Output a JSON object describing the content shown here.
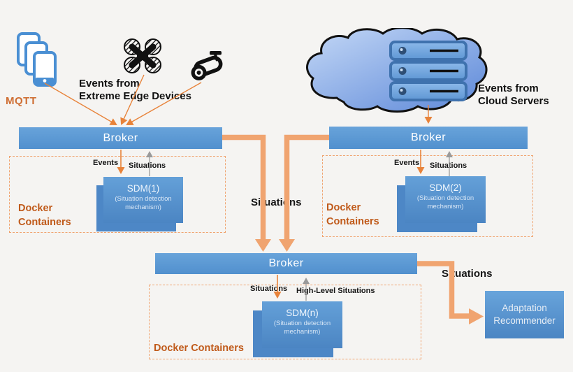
{
  "edge_devices": {
    "mqtt_label": "MQTT",
    "caption": "Events from\nExtreme Edge Devices"
  },
  "cloud": {
    "caption": "Events from\nCloud Servers",
    "servers_count": 3
  },
  "brokers": {
    "edge_label": "Broker",
    "cloud_label": "Broker",
    "central_label": "Broker"
  },
  "docker_groups": [
    {
      "label": "Docker\nContainers",
      "in_label": "Events",
      "out_label": "Situations",
      "sdm": {
        "title": "SDM(1)",
        "subtitle": "(Situation detection\nmechanism)"
      }
    },
    {
      "label": "Docker\nContainers",
      "in_label": "Events",
      "out_label": "Situations",
      "sdm": {
        "title": "SDM(2)",
        "subtitle": "(Situation detection\nmechanism)"
      }
    },
    {
      "label": "Docker Containers",
      "in_label": "Situations",
      "out_label": "High-Level Situations",
      "sdm": {
        "title": "SDM(n)",
        "subtitle": "(Situation detection\nmechanism)"
      }
    }
  ],
  "flow_labels": {
    "edge_to_central": "Situations",
    "central_to_recommender": "Situations"
  },
  "adaptation_recommender": {
    "label": "Adaptation\nRecommender"
  },
  "colors": {
    "broker_blue": "#5b9bd5",
    "thick_arrow_orange": "#f0a470",
    "thin_arrow_orange": "#e8833a",
    "gray_arrow": "#9a9a9a",
    "docker_text_orange": "#c05a1a",
    "dashed_border": "#f0a470",
    "cloud_blue": "#6f9ce0"
  }
}
